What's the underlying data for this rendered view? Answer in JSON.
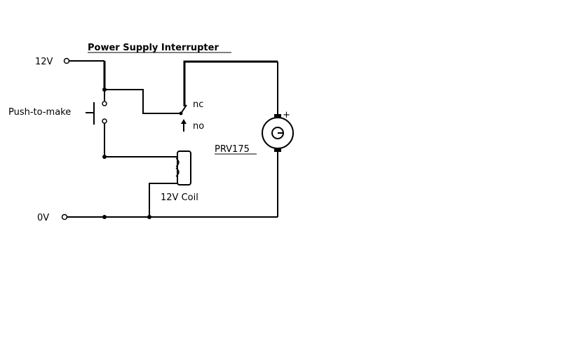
{
  "diagram": {
    "title": "Power Supply Interrupter",
    "labels": {
      "v12": "12V",
      "v0": "0V",
      "push_switch": "Push-to-make",
      "relay_nc": "nc",
      "relay_no": "no",
      "coil": "12V Coil",
      "pump": "PRV175",
      "pump_polarity": "+"
    },
    "icons": {
      "terminal": "open-terminal-circle",
      "junction": "junction-dot",
      "pump": "pump-motor-symbol",
      "relay_arrow": "up-arrow"
    }
  }
}
